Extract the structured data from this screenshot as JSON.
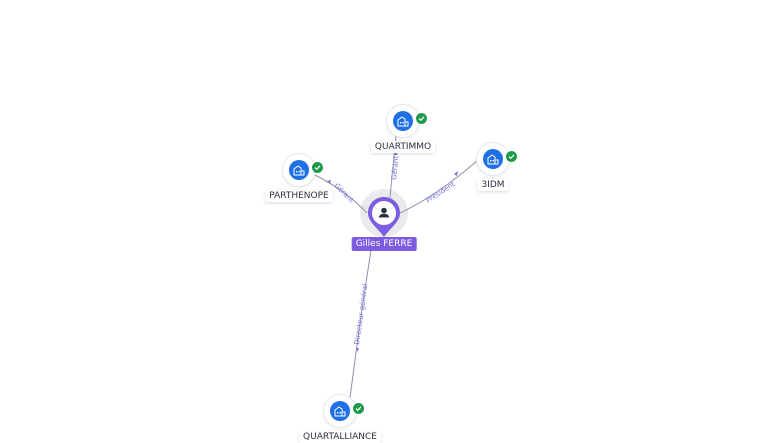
{
  "colors": {
    "edge": "#8a93a8",
    "edge_label": "#7b74d6",
    "company": "#1f6fe5",
    "verified": "#1e9a4a",
    "person": "#7c5ce0"
  },
  "person": {
    "name": "Gilles FERRE",
    "icon": "user-icon"
  },
  "companies": [
    {
      "id": "quartimmo",
      "name": "QUARTIMMO",
      "icon": "building-icon",
      "verified": true
    },
    {
      "id": "parthenope",
      "name": "PARTHENOPE",
      "icon": "building-icon",
      "verified": true
    },
    {
      "id": "3idm",
      "name": "3IDM",
      "icon": "building-icon",
      "verified": true
    },
    {
      "id": "quartalliance",
      "name": "QUARTALLIANCE",
      "icon": "building-icon",
      "verified": true
    }
  ],
  "relations": [
    {
      "to": "quartimmo",
      "role": "Gérant"
    },
    {
      "to": "parthenope",
      "role": "Gérant"
    },
    {
      "to": "3idm",
      "role": "Président"
    },
    {
      "to": "quartalliance",
      "role": "Directeur général"
    }
  ]
}
